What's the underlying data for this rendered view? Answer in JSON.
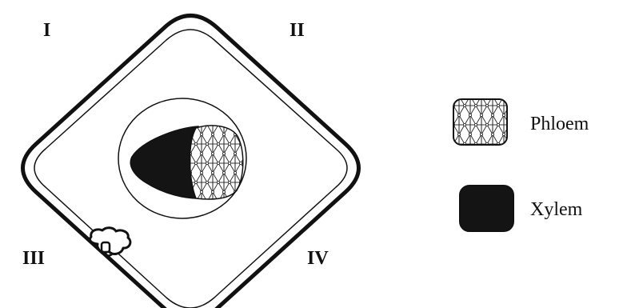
{
  "regions": {
    "top_left": "I",
    "top_right": "II",
    "bottom_left": "III",
    "bottom_right": "IV"
  },
  "legend": {
    "phloem_label": "Phloem",
    "xylem_label": "Xylem"
  },
  "colors": {
    "outline": "#111111",
    "xylem_fill": "#141414",
    "background": "#ffffff"
  }
}
